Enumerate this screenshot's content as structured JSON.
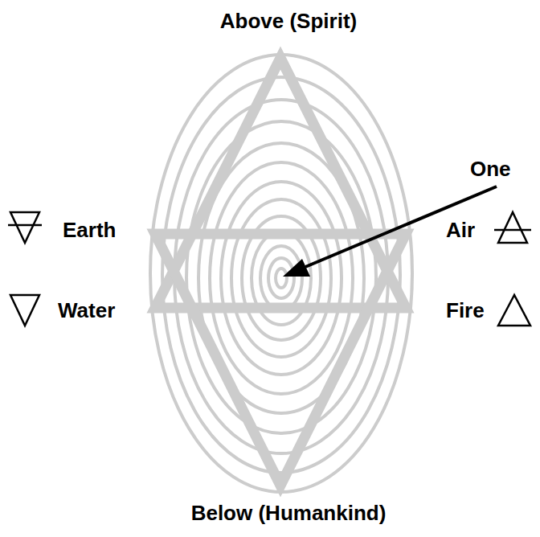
{
  "diagram": {
    "labels": [
      "Above (Spirit)",
      "One",
      "Earth",
      "Air",
      "Water",
      "Fire",
      "Below (Humankind)"
    ]
  }
}
